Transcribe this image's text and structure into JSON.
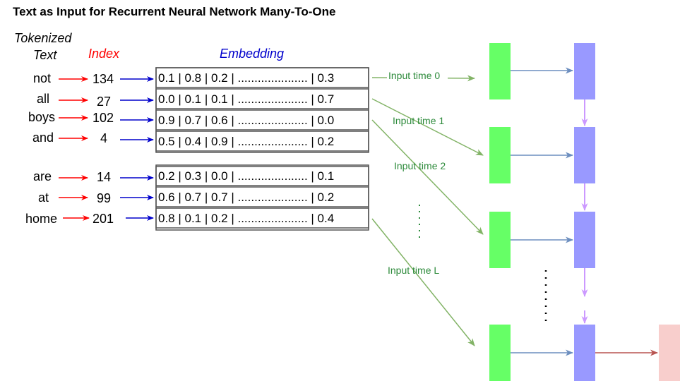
{
  "title": "Text as Input for Recurrent Neural Network Many-To-One",
  "headers": {
    "tokenized_line1": "Tokenized",
    "tokenized_line2": "Text",
    "index": "Index",
    "embedding": "Embedding"
  },
  "tokens": [
    {
      "word": "not",
      "index": "134",
      "embedding": "0.1 | 0.8 | 0.2 | ..................... | 0.3"
    },
    {
      "word": "all",
      "index": "27",
      "embedding": "0.0 | 0.1 | 0.1 | ..................... | 0.7"
    },
    {
      "word": "boys",
      "index": "102",
      "embedding": "0.9 | 0.7 | 0.6 | ..................... | 0.0"
    },
    {
      "word": "and",
      "index": "4",
      "embedding": "0.5 | 0.4 | 0.9 | ..................... | 0.2"
    },
    {
      "word": "are",
      "index": "14",
      "embedding": "0.2 | 0.3 | 0.0 | ..................... | 0.1"
    },
    {
      "word": "at",
      "index": "99",
      "embedding": "0.6 | 0.7 | 0.7 | ..................... | 0.2"
    },
    {
      "word": "home",
      "index": "201",
      "embedding": "0.8 | 0.1 | 0.2 | ..................... | 0.4"
    }
  ],
  "input_labels": [
    "Input time 0",
    "Input time 1",
    "Input time 2",
    "Input time L"
  ],
  "colors": {
    "input_node": "#66ff66",
    "hidden_node": "#9999ff",
    "output_node": "#f8cecc",
    "red_arrow": "#ff0000",
    "blue_arrow": "#0000cc",
    "green_arrow": "#82b366",
    "steel_arrow": "#6c8ebf",
    "purple_arrow": "#cc99ff",
    "dark_red_arrow": "#b85450",
    "label_green": "#2e8b3c"
  }
}
